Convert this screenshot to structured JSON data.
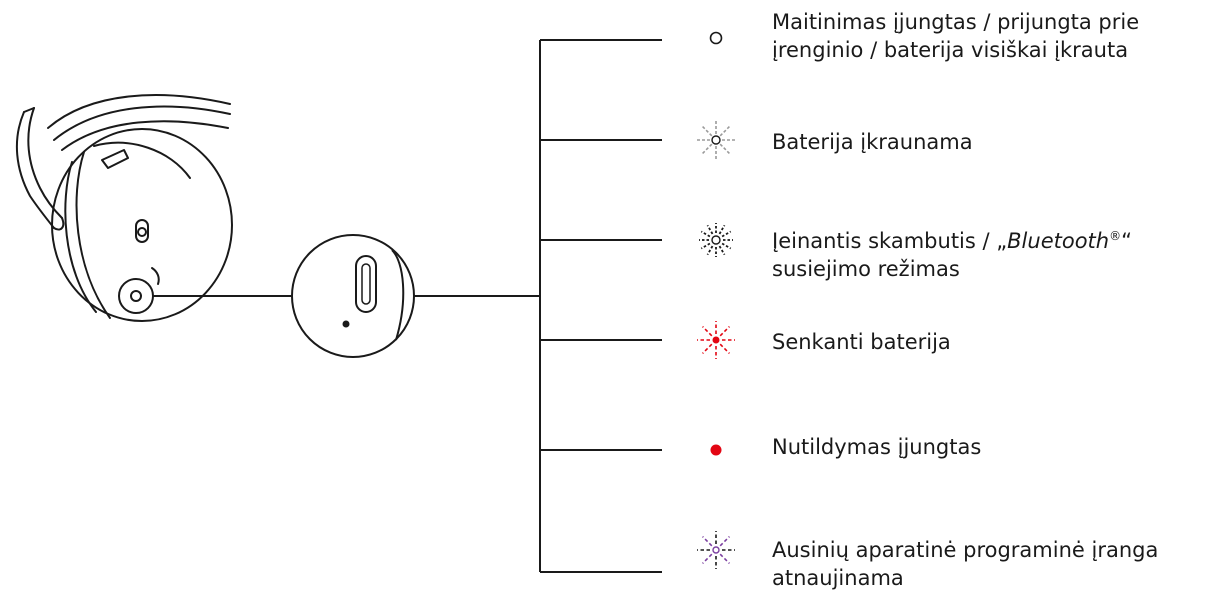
{
  "diagram": {
    "items": [
      {
        "id": "power",
        "icon": "white-steady-led-icon",
        "color": "#1a1a1a",
        "lines": [
          "Maitinimas įjungtas / prijungta prie",
          "įrenginio / baterija visiškai įkrauta"
        ]
      },
      {
        "id": "charging",
        "icon": "white-pulsing-led-icon",
        "color": "#9a9a9a",
        "lines": [
          "Baterija įkraunama"
        ]
      },
      {
        "id": "incoming",
        "icon": "white-fast-blink-led-icon",
        "color": "#1a1a1a",
        "line1_prefix": "Įeinantis skambutis / „",
        "line1_brand": "Bluetooth",
        "line1_reg": "®",
        "line1_suffix": "“",
        "lines": [
          "susiejimo režimas"
        ]
      },
      {
        "id": "low-battery",
        "icon": "red-blink-led-icon",
        "color": "#e30613",
        "lines": [
          "Senkanti baterija"
        ]
      },
      {
        "id": "mute",
        "icon": "red-steady-led-icon",
        "color": "#e30613",
        "lines": [
          "Nutildymas įjungtas"
        ]
      },
      {
        "id": "firmware",
        "icon": "purple-blink-led-icon",
        "color": "#7b3fa0",
        "lines": [
          "Ausinių aparatinė programinė įranga",
          "atnaujinama"
        ]
      }
    ]
  }
}
